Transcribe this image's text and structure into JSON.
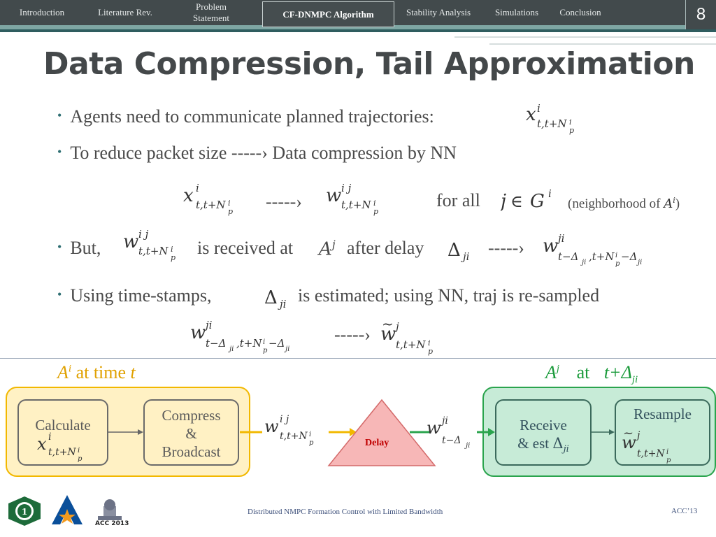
{
  "nav": {
    "tabs": [
      {
        "label": "Introduction",
        "active": false
      },
      {
        "label": "Literature Rev.",
        "active": false
      },
      {
        "label": "Problem Statement",
        "line1": "Problem",
        "line2": "Statement",
        "active": false
      },
      {
        "label": "CF-DNMPC Algorithm",
        "active": true
      },
      {
        "label": "Stability Analysis",
        "active": false
      },
      {
        "label": "Simulations",
        "active": false
      },
      {
        "label": "Conclusion",
        "active": false
      }
    ],
    "page_number": "8"
  },
  "title": "Data Compression, Tail Approximation",
  "bullets": {
    "b1_text": "Agents need to communicate planned trajectories:",
    "b2_text": "To reduce packet size -----› Data compression by NN",
    "compression_arrow": "-----›",
    "for_all": "for all",
    "neighborhood": "(neighborhood of",
    "neighborhood_close": ")",
    "b3_but": "But,",
    "b3_received": "is received at",
    "b3_after_delay": "after delay",
    "b3_arrow": "-----›",
    "b4_text1": "Using time-stamps,",
    "b4_text2": "is estimated;  using NN, traj is re-sampled",
    "b4_arrow": "-----›"
  },
  "diagram": {
    "left_label_time": "at  time",
    "right_label_at": "at",
    "calculate": "Calculate",
    "compress_line1": "Compress",
    "compress_line2": "&",
    "compress_line3": "Broadcast",
    "delay": "Delay",
    "receive_line1": "Receive",
    "receive_line2": "& est",
    "resample": "Resample"
  },
  "footer": {
    "center_text": "Distributed NMPC Formation Control with Limited Bandwidth",
    "right_text": "ACC’13",
    "logo3_text": "ACC 2013"
  },
  "colors": {
    "nav_bg": "#424a4c",
    "nav_accent": "#7ea6a3",
    "orange": "#e0a100",
    "green": "#199a3a",
    "yellow_panel": "#fff1c4",
    "green_panel": "#c7ebd7",
    "delay_fill": "#f7b7b7",
    "delay_text": "#c00000"
  }
}
